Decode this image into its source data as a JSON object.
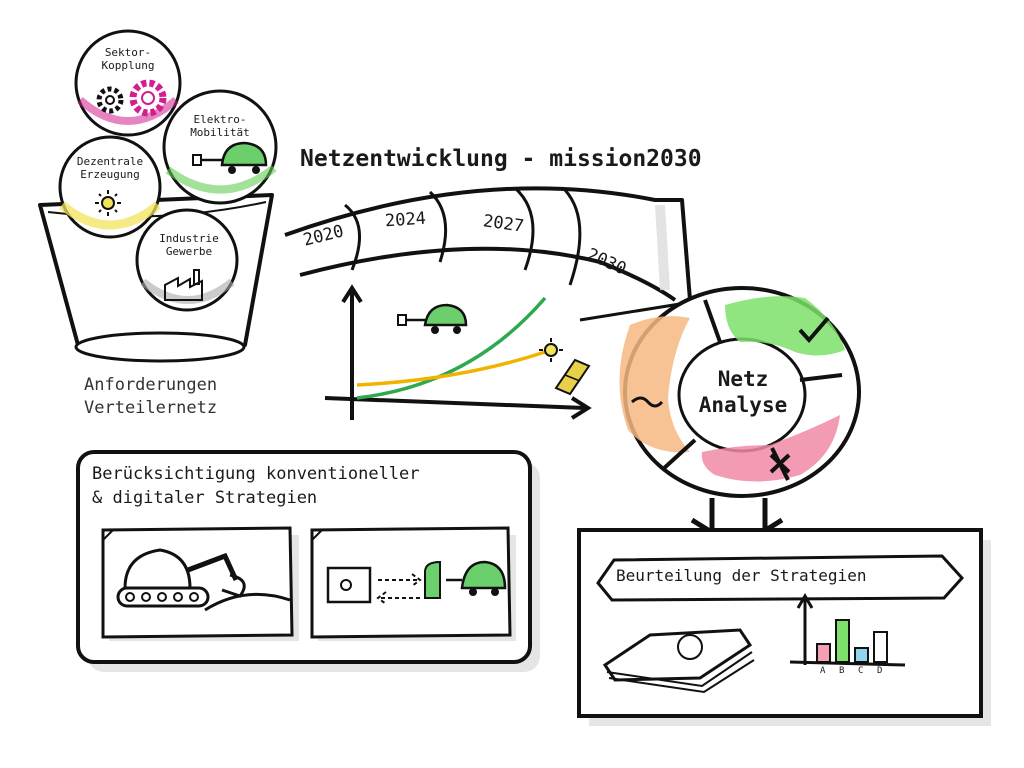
{
  "requirements": {
    "caption_line1": "Anforderungen",
    "caption_line2": "Verteilernetz",
    "bubbles": [
      {
        "line1": "Sektor-",
        "line2": "Kopplung",
        "color": "#d21f8f"
      },
      {
        "line1": "Elektro-",
        "line2": "Mobilität",
        "color": "#66cc55"
      },
      {
        "line1": "Dezentrale",
        "line2": "Erzeugung",
        "color": "#f2e35a"
      },
      {
        "line1": "Industrie",
        "line2": "Gewerbe",
        "color": "#a8a8a8"
      }
    ]
  },
  "timeline": {
    "title": "Netzentwicklung - mission2030",
    "years": [
      "2020",
      "2024",
      "2027",
      "2030"
    ]
  },
  "analysis": {
    "line1": "Netz",
    "line2": "Analyse",
    "segment_colors": {
      "positive": "#7ee06a",
      "neutral": "#f6b882",
      "negative": "#f08aa6"
    }
  },
  "strategies_box": {
    "line1": "Berücksichtigung konventioneller",
    "line2": "& digitaler Strategien"
  },
  "assessment_box": {
    "banner": "Beurteilung der Strategien",
    "bar_labels": [
      "A",
      "B",
      "C",
      "D"
    ]
  },
  "colors": {
    "ev_green": "#6bd06b",
    "line_green": "#2fa84f",
    "line_yellow": "#f0b400"
  }
}
